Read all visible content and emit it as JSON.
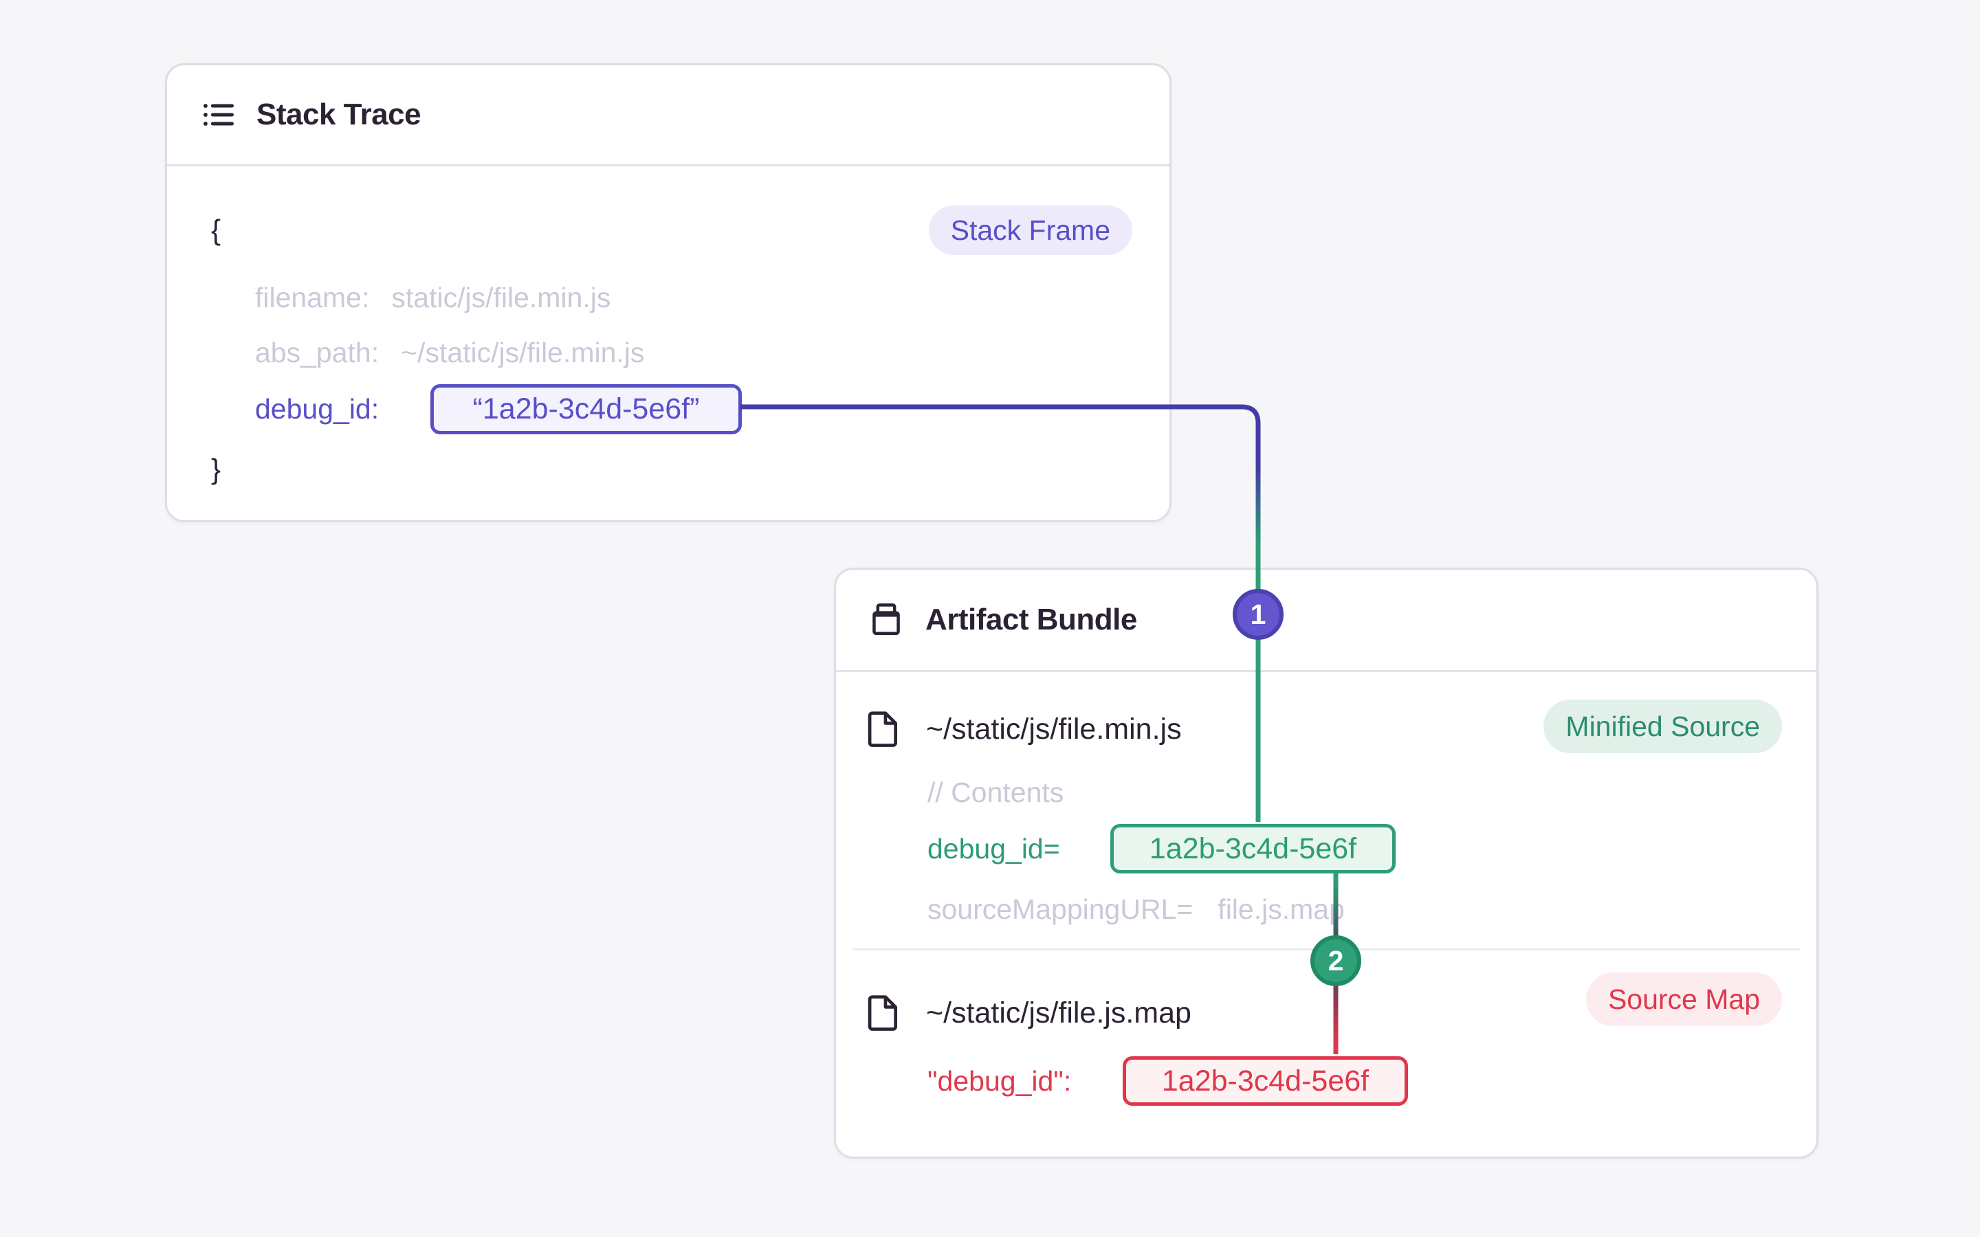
{
  "colors": {
    "page-bg": "#f6f6f8",
    "card-bg": "#ffffff",
    "card-border": "#dfdce8",
    "divider": "#e4e1ec",
    "divider-soft": "#eceaf1",
    "text-dark": "#2b2233",
    "text-muted": "#cdc8d8",
    "purple": "#584fc7",
    "purple-line": "#453ba8",
    "purple-box-bg": "#f4f2fd",
    "purple-badge-bg": "#edebfb",
    "green": "#2b9d73",
    "green-border": "#2f9e77",
    "green-box-bg": "#e9f5ef",
    "green-badge-bg": "#e1f1ea",
    "green-badge-text": "#2e8b6f",
    "red": "#e0374c",
    "red-box-bg": "#fdf1f1",
    "red-badge-bg": "#fdecee",
    "circle1-fill": "#6456ce",
    "circle1-border": "#4c41b0",
    "circle2-fill": "#2fa077",
    "circle2-border": "#1f8a63",
    "gradient-dark-mid": "#443e56"
  },
  "stack_trace": {
    "icon": "list-icon",
    "title": "Stack Trace",
    "badge": "Stack Frame",
    "brace_open": "{",
    "brace_close": "}",
    "rows": [
      {
        "label": "filename:",
        "value": "static/js/file.min.js"
      },
      {
        "label": "abs_path:",
        "value": "~/static/js/file.min.js"
      }
    ],
    "debug_row": {
      "label": "debug_id:",
      "value": "“1a2b-3c4d-5e6f”"
    }
  },
  "artifact_bundle": {
    "icon": "archive-icon",
    "title": "Artifact Bundle",
    "minified": {
      "icon": "file-icon",
      "path": "~/static/js/file.min.js",
      "badge": "Minified Source",
      "comment": "// Contents",
      "debug_row": {
        "label": "debug_id=",
        "value": "1a2b-3c4d-5e6f"
      },
      "mapping_row": {
        "label": "sourceMappingURL=",
        "value": "file.js.map"
      }
    },
    "sourcemap": {
      "icon": "file-icon",
      "path": "~/static/js/file.js.map",
      "badge": "Source Map",
      "debug_row": {
        "label": "\"debug_id\":",
        "value": "1a2b-3c4d-5e6f"
      }
    }
  },
  "markers": [
    {
      "label": "1"
    },
    {
      "label": "2"
    }
  ]
}
